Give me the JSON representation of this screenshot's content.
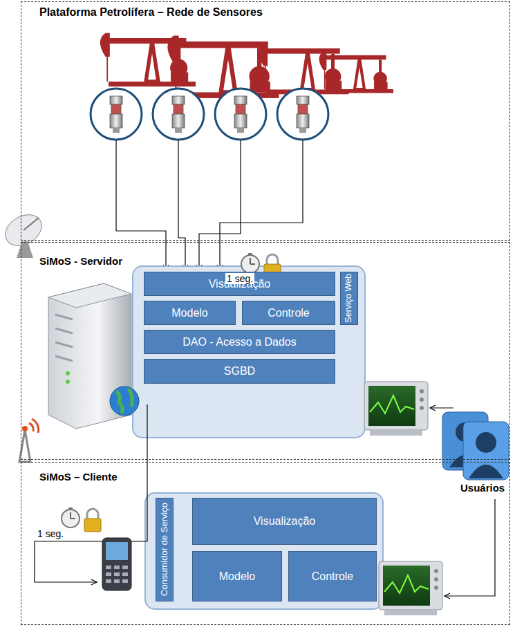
{
  "diagram": {
    "nodes": [
      {
        "text": [
          "Plataforma Petrolífera – Rede de Sensores"
        ]
      },
      {
        "text": [
          "SiMoS - Servidor"
        ]
      },
      {
        "text": [
          "Visualização"
        ],
        "in": 1
      },
      {
        "text": [
          "Modelo"
        ],
        "in": 1
      },
      {
        "text": [
          "Controle"
        ],
        "in": 1
      },
      {
        "text": [
          "Serviço Web"
        ],
        "in": 1
      },
      {
        "text": [
          "DAO - Acesso a Dados"
        ],
        "in": 1
      },
      {
        "text": [
          "SGBD"
        ],
        "in": 1
      },
      {
        "text": [
          "SiMoS – Cliente"
        ]
      },
      {
        "text": [
          "Consumidor de Serviço"
        ],
        "in": 8
      },
      {
        "text": [
          "Visualização"
        ],
        "in": 8
      },
      {
        "text": [
          "Modelo"
        ],
        "in": 8
      },
      {
        "text": [
          "Controle"
        ],
        "in": 8
      }
    ],
    "labels": [
      "1 seg.",
      "1 seg.",
      "Usuários"
    ]
  }
}
